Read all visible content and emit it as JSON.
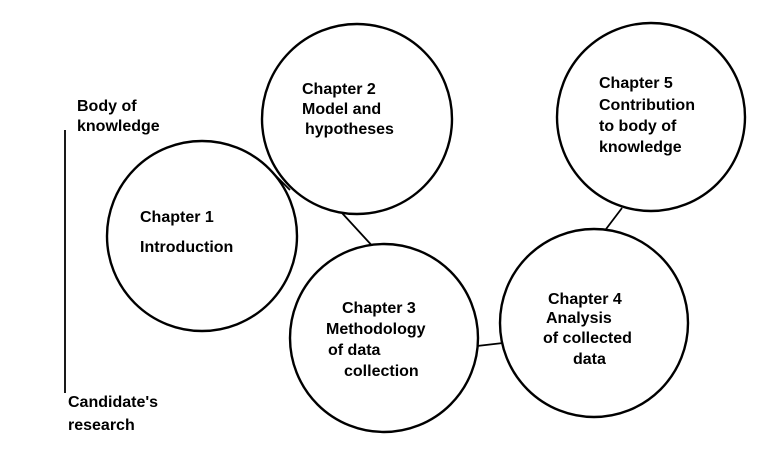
{
  "colors": {
    "background": "#ffffff",
    "ink": "#000000"
  },
  "axis": {
    "top_label": [
      "Body of",
      "knowledge"
    ],
    "bottom_label": [
      "Candidate's",
      "research"
    ]
  },
  "chapters": [
    {
      "lines": [
        "Chapter 1",
        "Introduction"
      ]
    },
    {
      "lines": [
        "Chapter 2",
        "Model and",
        "hypotheses"
      ]
    },
    {
      "lines": [
        "Chapter 3",
        "Methodology",
        "of data",
        "collection"
      ]
    },
    {
      "lines": [
        "Chapter 4",
        "Analysis",
        "of collected",
        "data"
      ]
    },
    {
      "lines": [
        "Chapter 5",
        "Contribution",
        "to body of",
        "knowledge"
      ]
    }
  ]
}
